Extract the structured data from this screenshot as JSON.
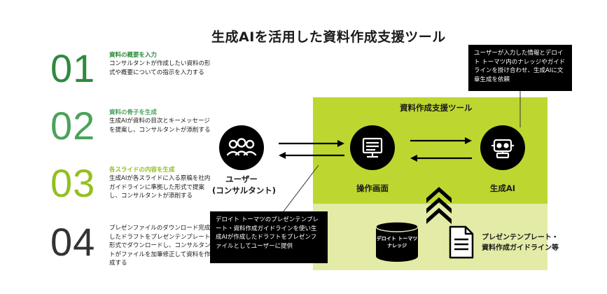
{
  "title": "生成AIを活用した資料作成支援ツール",
  "colors": {
    "step1": "#2e8a3e",
    "step2": "#4aa35a",
    "step3": "#93c01f",
    "step4": "#333333",
    "accent_green": "#bed730",
    "pale_green": "#e3eba6"
  },
  "steps": [
    {
      "number": "01",
      "heading": "資料の概要を入力",
      "desc": "コンサルタントが作成したい資料の形式や概要についての指示を入力する"
    },
    {
      "number": "02",
      "heading": "資料の骨子を生成",
      "desc": "生成AIが資料の目次とキーメッセージを提案し、コンサルタントが添削する"
    },
    {
      "number": "03",
      "heading": "各スライドの内容を生成",
      "desc": "生成AIが各スライドに入る原稿を社内ガイドラインに準拠した形式で提案し、コンサルタントが添削する"
    },
    {
      "number": "04",
      "heading": "",
      "desc": "プレゼンファイルのダウンロード完成したドラフトをプレゼンテンプレート形式でダウンロードし、コンサルタントがファイルを加筆修正して資料を作成する"
    }
  ],
  "diagram": {
    "tool_title": "資料作成支援ツール",
    "user_label_line1": "ユーザー",
    "user_label_line2": "(コンサルタント)",
    "screen_label": "操作画面",
    "ai_label": "生成AI",
    "callout_top": "ユーザーが入力した情報とデロイト トーマツ内のナレッジやガイドラインを掛け合わせ、生成AIに文章生成を依頼",
    "callout_bottom": "デロイト トーマツのプレゼンテンプレート・資料作成ガイドラインを使い生成AIが作成したドラフトをプレゼンファイルとしてユーザーに提供",
    "db_label_line1": "デロイト トーマツ",
    "db_label_line2": "ナレッジ",
    "doc_label_line1": "プレゼンテンプレート・",
    "doc_label_line2": "資料作成ガイドライン等"
  }
}
